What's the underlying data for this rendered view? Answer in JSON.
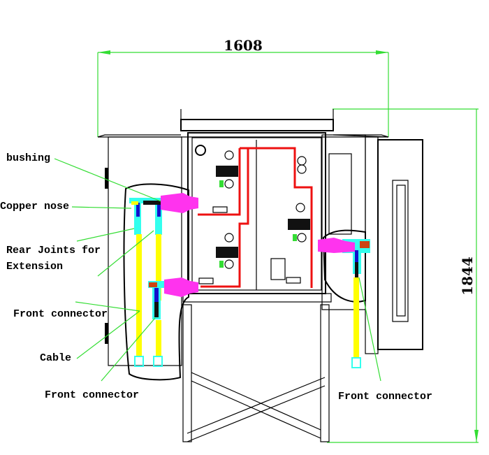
{
  "diagram": {
    "title": "Cable distribution cabinet — front view with cable connections",
    "dimensions": {
      "width": "1608",
      "height": "1844"
    },
    "labels": {
      "bushing": "bushing",
      "copper_nose": "Copper nose",
      "rear_joints_line1": "Rear Joints for",
      "rear_joints_line2": "Extension",
      "front_connector_left_upper": "Front connector",
      "cable": "Cable",
      "front_connector_left_lower": "Front connector",
      "front_connector_right": "Front connector"
    },
    "colors": {
      "dimension_line": "#33dd33",
      "busbar": "#ee1111",
      "bushing": "#ff33ee",
      "connector_body": "#33ffee",
      "cable": "#ffff00",
      "conductor": "#1111cc",
      "copper_nose": "#cc4411"
    }
  }
}
